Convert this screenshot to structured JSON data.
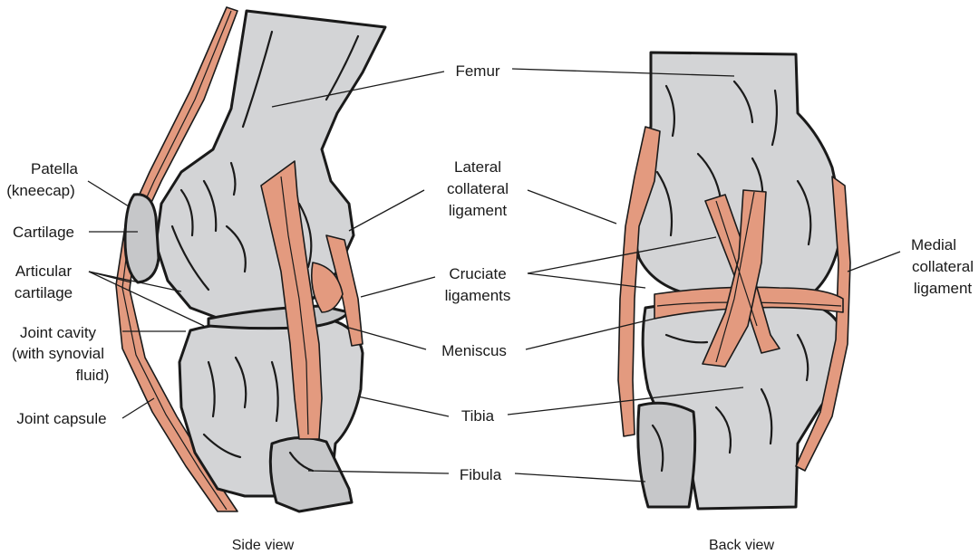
{
  "diagram": {
    "labels": {
      "femur": "Femur",
      "patella": [
        "Patella",
        "(kneecap)"
      ],
      "cartilage": "Cartilage",
      "articular": [
        "Articular",
        "cartilage"
      ],
      "joint_cavity": [
        "Joint cavity",
        "(with synovial",
        "fluid)"
      ],
      "joint_capsule": "Joint capsule",
      "lateral_collateral": [
        "Lateral",
        "collateral",
        "ligament"
      ],
      "cruciate": [
        "Cruciate",
        "ligaments"
      ],
      "meniscus": "Meniscus",
      "tibia": "Tibia",
      "fibula": "Fibula",
      "medial_collateral": [
        "Medial",
        "collateral",
        "ligament"
      ]
    },
    "captions": {
      "side": "Side view",
      "back": "Back view"
    },
    "colors": {
      "bone": "#d3d4d6",
      "ligament": "#e39a7f",
      "outline": "#1a1a1a",
      "background": "#ffffff"
    }
  }
}
